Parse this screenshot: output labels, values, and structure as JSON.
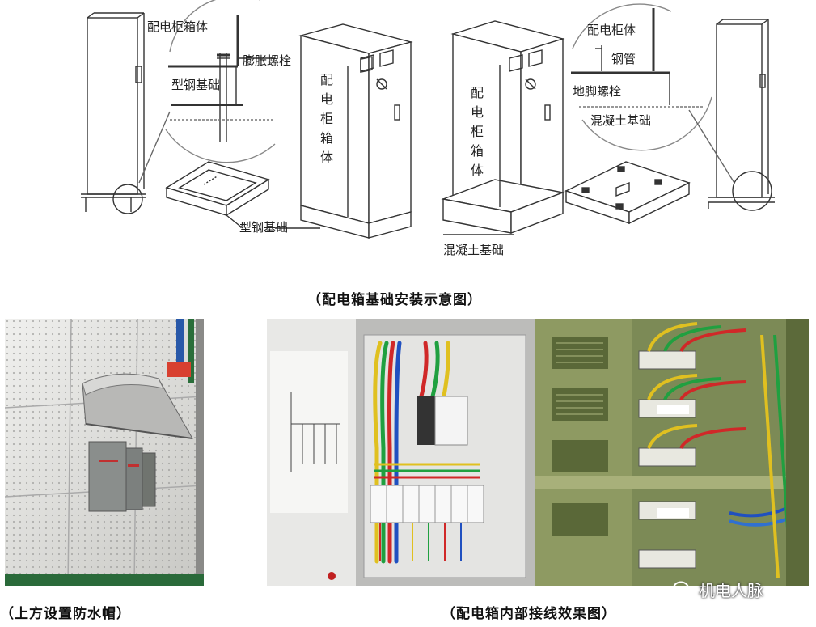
{
  "diagram": {
    "labels": {
      "cabinet_body_left": "配电柜箱体",
      "expansion_bolt": "膨胀螺栓",
      "steel_base_inset": "型钢基础",
      "cabinet_vertical_1": [
        "配",
        "电",
        "柜",
        "箱",
        "体"
      ],
      "steel_base_bottom": "型钢基础",
      "cabinet_vertical_2": [
        "配",
        "电",
        "柜",
        "箱",
        "体"
      ],
      "concrete_base_bottom": "混凝土基础",
      "cabinet_body_right": "配电柜体",
      "steel_pipe": "钢管",
      "anchor_bolt": "地脚螺栓",
      "concrete_base_inset": "混凝土基础"
    }
  },
  "captions": {
    "install": "（配电箱基础安装示意图）",
    "waterproof": "（上方设置防水帽）",
    "wiring": "（配电箱内部接线效果图）"
  },
  "watermark": {
    "text": "机电人脉",
    "icon": "wechat-icon"
  }
}
